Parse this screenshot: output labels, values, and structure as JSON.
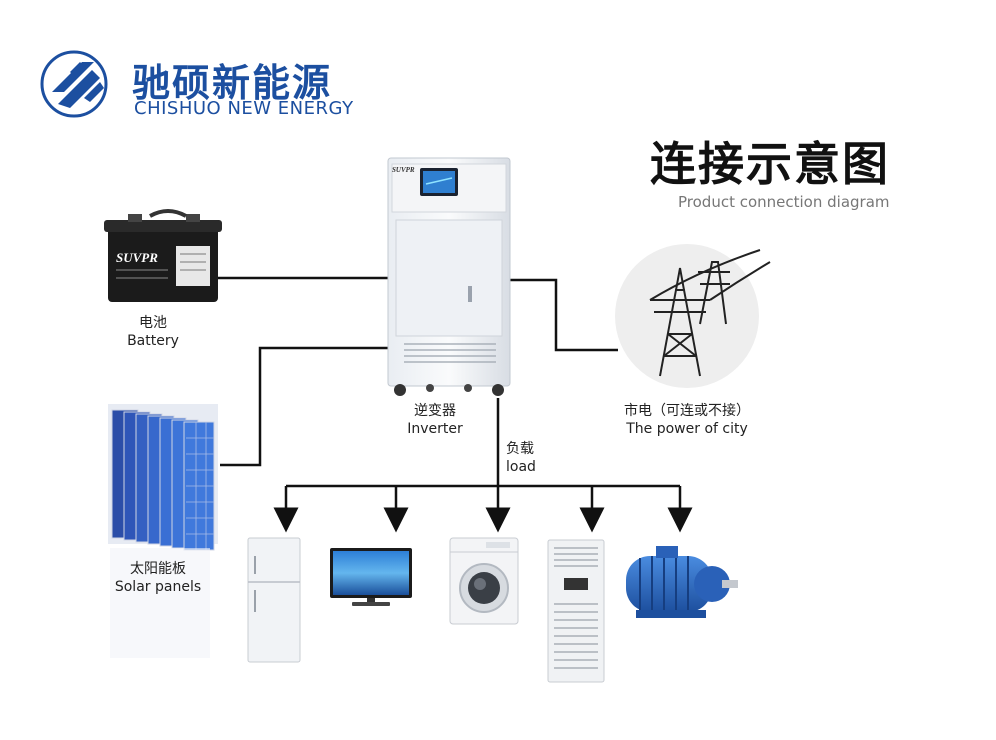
{
  "logo": {
    "name_cn": "驰硕新能源",
    "name_en": "CHISHUO NEW ENERGY"
  },
  "title": {
    "cn": "连接示意图",
    "en": "Product connection diagram"
  },
  "battery": {
    "cn": "电池",
    "en": "Battery",
    "brand": "SUVPR"
  },
  "inverter": {
    "cn": "逆变器",
    "en": "Inverter",
    "brand": "SUVPR"
  },
  "grid": {
    "cn": "市电（可连或不接）",
    "en": "The power of city"
  },
  "load": {
    "cn": "负载",
    "en": "load"
  },
  "solar": {
    "cn": "太阳能板",
    "en": "Solar panels"
  },
  "colors": {
    "brand": "#1c4fa0",
    "line": "#111111",
    "panel": "#2f56b8"
  },
  "loads": [
    "refrigerator",
    "television",
    "washing-machine",
    "air-conditioner",
    "electric-motor"
  ]
}
